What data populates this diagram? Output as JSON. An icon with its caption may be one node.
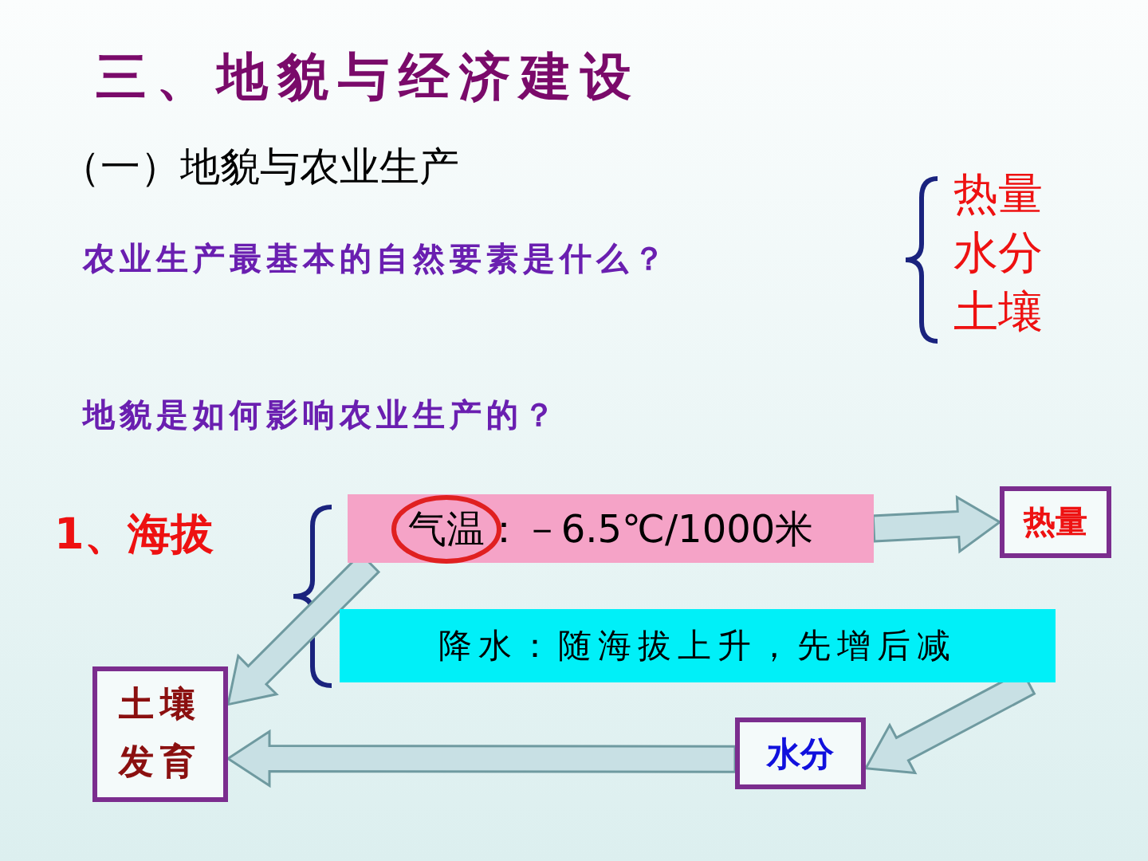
{
  "diagram": {
    "title": "三、地貌与经济建设",
    "nodes": [
      {
        "text": [
          "气温：－6.5℃/1000米"
        ]
      },
      {
        "text": [
          "热量"
        ]
      },
      {
        "text": [
          "降水：随海拔上升，先增后减"
        ]
      },
      {
        "text": [
          "水分"
        ]
      },
      {
        "text": [
          "土壤发育"
        ]
      }
    ],
    "edges": [
      {
        "from": 0,
        "to": 1,
        "arrow": "to"
      },
      {
        "from": 0,
        "to": 4,
        "arrow": "to"
      },
      {
        "from": 2,
        "to": 3,
        "arrow": "to"
      },
      {
        "from": 3,
        "to": 4,
        "arrow": "to"
      }
    ],
    "labels": [
      "（一）地貌与农业生产",
      "农业生产最基本的自然要素是什么？",
      "热量",
      "水分",
      "土壤",
      "地貌是如何影响农业生产的？",
      "1、海拔"
    ]
  }
}
